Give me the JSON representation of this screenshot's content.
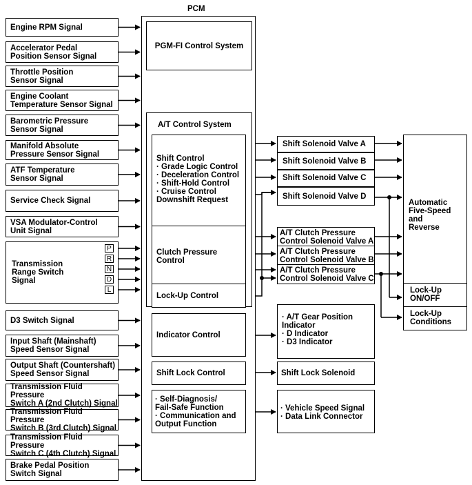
{
  "pcm_title": "PCM",
  "inputs": [
    "Engine RPM Signal",
    "Accelerator Pedal\nPosition Sensor Signal",
    "Throttle Position\nSensor Signal",
    "Engine Coolant\nTemperature Sensor Signal",
    "Barometric Pressure\nSensor Signal",
    "Manifold Absolute\nPressure Sensor Signal",
    "ATF Temperature\nSensor Signal",
    "Service Check Signal",
    "VSA Modulator-Control\nUnit Signal",
    "Transmission\nRange Switch\nSignal",
    "D3 Switch Signal",
    "Input Shaft (Mainshaft)\nSpeed Sensor Signal",
    "Output Shaft (Countershaft)\nSpeed Sensor Signal",
    "Transmission Fluid Pressure\nSwitch A (2nd Clutch) Signal",
    "Transmission Fluid Pressure\nSwitch B (3rd Clutch) Signal",
    "Transmission Fluid Pressure\nSwitch C (4th Clutch) Signal",
    "Brake Pedal Position\nSwitch Signal"
  ],
  "range_positions": [
    "P",
    "R",
    "N",
    "D",
    "L"
  ],
  "pgm_fi": "PGM-FI Control System",
  "at_system": "A/T Control System",
  "shift_control": "Shift Control\n· Grade Logic Control\n· Deceleration Control\n· Shift-Hold Control\n· Cruise Control\nDownshift Request",
  "clutch_pressure": "Clutch Pressure\nControl",
  "lockup_control": "Lock-Up Control",
  "indicator_control": "Indicator Control",
  "shift_lock_control": "Shift Lock Control",
  "self_diagnosis": "· Self-Diagnosis/\nFail-Safe Function\n· Communication and\nOutput Function",
  "solenoids": [
    "Shift Solenoid Valve A",
    "Shift Solenoid Valve B",
    "Shift Solenoid Valve C",
    "Shift Solenoid Valve D"
  ],
  "clutch_valves": [
    "A/T Clutch Pressure\nControl Solenoid Valve A",
    "A/T Clutch Pressure\nControl Solenoid Valve B",
    "A/T Clutch Pressure\nControl Solenoid Valve C"
  ],
  "indicator_out": "· A/T Gear Position\nIndicator\n· D Indicator\n· D3 Indicator",
  "shift_lock_solenoid": "Shift Lock Solenoid",
  "vehicle_speed": "· Vehicle Speed Signal\n· Data Link Connector",
  "transmission": "Automatic\nFive-Speed\nand\nReverse",
  "lockup_onoff": "Lock-Up\nON/OFF",
  "lockup_conditions": "Lock-Up\nConditions"
}
